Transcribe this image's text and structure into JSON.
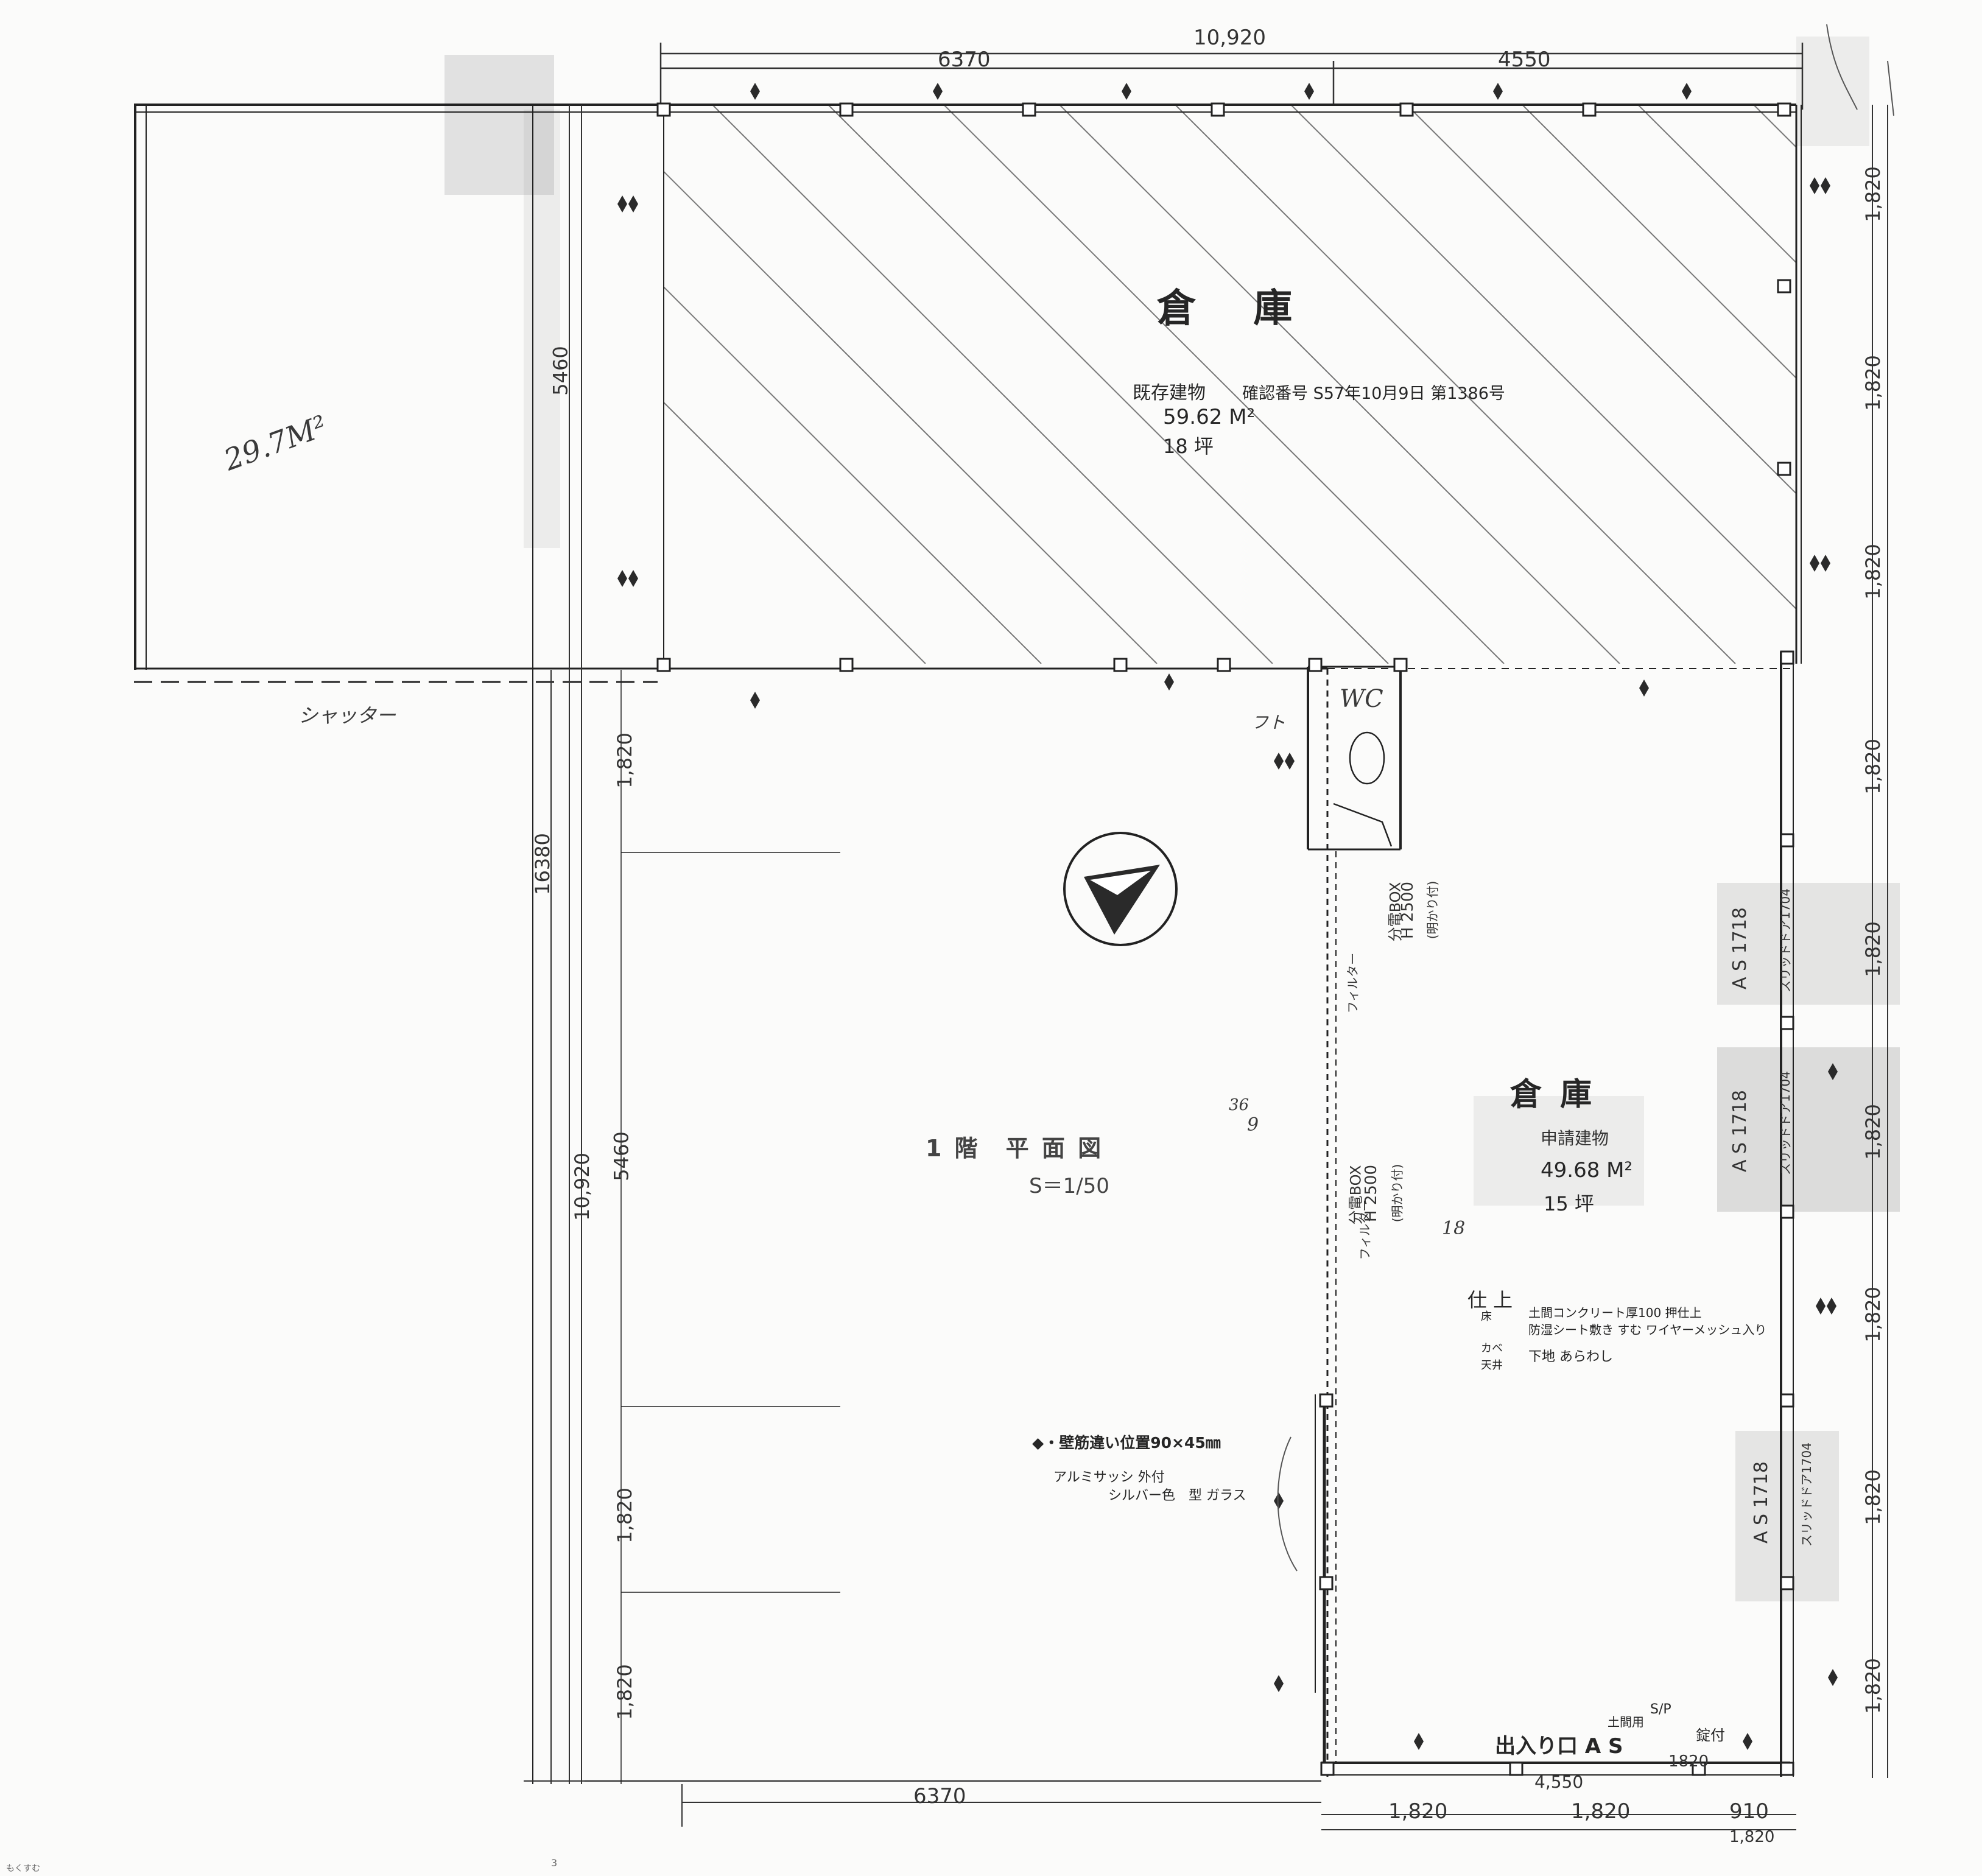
{
  "dims": {
    "top_total": "10,920",
    "top_left": "6370",
    "top_right": "4550",
    "bottom_left": "6370",
    "bottom_a": "1,820",
    "bottom_b": "1,820",
    "bottom_c": "910",
    "bottom_d": "1,820",
    "bottom_e": "4,550",
    "left_total": "16380",
    "left_lower": "10,920",
    "inner_5460_top": "5460",
    "inner_5460_mid": "5460",
    "left_1820_a": "1,820",
    "left_1820_b": "1,820",
    "left_1820_c": "1,820",
    "right_1820": [
      "1,820",
      "1,820",
      "1,820",
      "1,820",
      "1,820",
      "1,820",
      "1,820",
      "1,820",
      "1,820"
    ],
    "entrance_1820": "1820"
  },
  "existing": {
    "room": "倉 庫",
    "label": "既存建物",
    "confirm": "確認番号 S57年10月9日 第1386号",
    "area": "59.62 M²",
    "tsubo": "18 坪"
  },
  "applied": {
    "room": "倉 庫",
    "label": "申請建物",
    "area": "49.68 M²",
    "tsubo": "15 坪"
  },
  "plan_title": "1 階　平 面 図",
  "scale": "S＝1/50",
  "finish": {
    "header": "仕 上",
    "floor_key": "床",
    "floor_1": "土間コンクリート厚100 押仕上",
    "floor_2": "防湿シート敷き すむ ワイヤーメッシュ入り",
    "wall_key": "カベ",
    "ceiling_key": "天井",
    "wall_value": "下地 あらわし"
  },
  "legend": {
    "brace": "◆・壁筋違い位置90×45㎜",
    "sash": "アルミサッシ 外付",
    "sash2": "シルバー色　型 ガラス"
  },
  "as_labels": [
    "A S  1718",
    "A S  1718",
    "A S  1718"
  ],
  "as_sub": [
    "スリッドドア1704",
    "スリッドドア1704",
    "スリッドドア1704"
  ],
  "box1": [
    "分電BOX",
    "H 2500",
    "(明かり付)"
  ],
  "box2": [
    "分電BOX",
    "H 2500",
    "(明かり付)"
  ],
  "pillar": [
    "フィルター",
    "フィルター"
  ],
  "entrance": "出入り口 A S",
  "entrance_key": "土間用",
  "entrance_lock": "錠付",
  "entrance_slash": "S/P",
  "handwritten": {
    "area": "29.7M²",
    "shutter": "シャッター",
    "wc": "WC",
    "fr": "フト",
    "n36": "36",
    "n9": "9",
    "n18": "18"
  },
  "footer": {
    "left": "もくすむ",
    "page": "3"
  }
}
